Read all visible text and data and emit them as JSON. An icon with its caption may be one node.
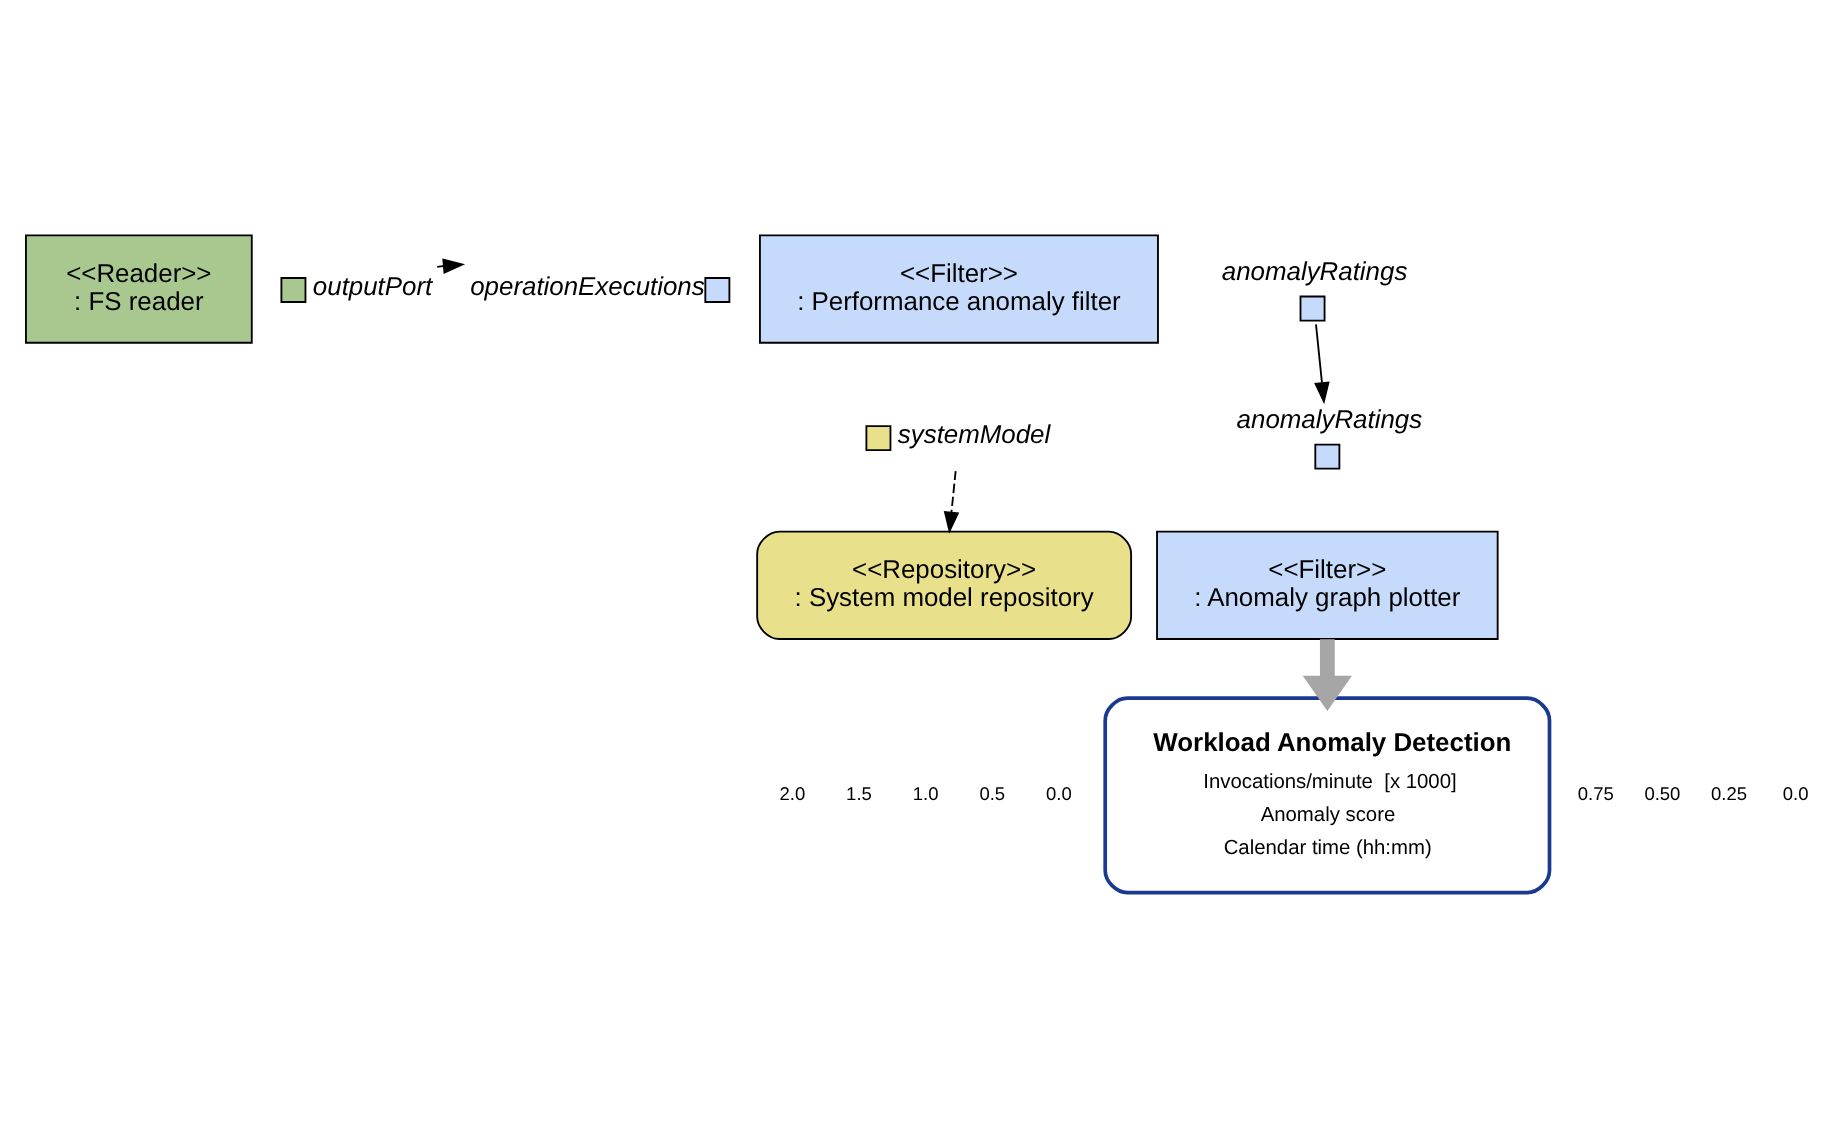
{
  "diagram": {
    "nodes": [
      {
        "text": [
          "<<Reader>>",
          ": FS reader"
        ]
      },
      {
        "text": [
          "<<Filter>>",
          ": Performance anomaly filter"
        ]
      },
      {
        "text": [
          "<<Filter>>",
          ": Anomaly graph plotter"
        ]
      },
      {
        "text": [
          "<<Repository>>",
          ": System model repository"
        ]
      },
      {
        "text": [],
        "shape": "box",
        "beside": [
          "outputPort"
        ]
      },
      {
        "text": [],
        "shape": "box",
        "beside": [
          "operationExecutions"
        ]
      },
      {
        "text": [],
        "shape": "box",
        "beside": [
          "anomalyRatings"
        ]
      },
      {
        "text": [],
        "shape": "box",
        "beside": [
          "systemModel"
        ]
      },
      {
        "text": [],
        "shape": "box",
        "beside": [
          "anomalyRatings"
        ]
      },
      {
        "text": [
          "Workload Anomaly Detection",
          "Invocations/minute  [x 1000]",
          "Anomaly score",
          "Calendar time (hh:mm)"
        ]
      }
    ],
    "edges": [
      {
        "from": 4,
        "to": 5,
        "arrow": "to"
      },
      {
        "from": 6,
        "to": 8,
        "arrow": "to"
      },
      {
        "from": 7,
        "to": 3,
        "arrow": "to",
        "style": "dashed"
      },
      {
        "from": 2,
        "to": 9,
        "arrow": "to",
        "style": "thick",
        "color": "#a6a6a6"
      }
    ],
    "labels": [
      "2.0",
      "1.5",
      "1.0",
      "0.5",
      "0.0",
      "0.75",
      "0.50",
      "0.25",
      "0.0"
    ]
  }
}
